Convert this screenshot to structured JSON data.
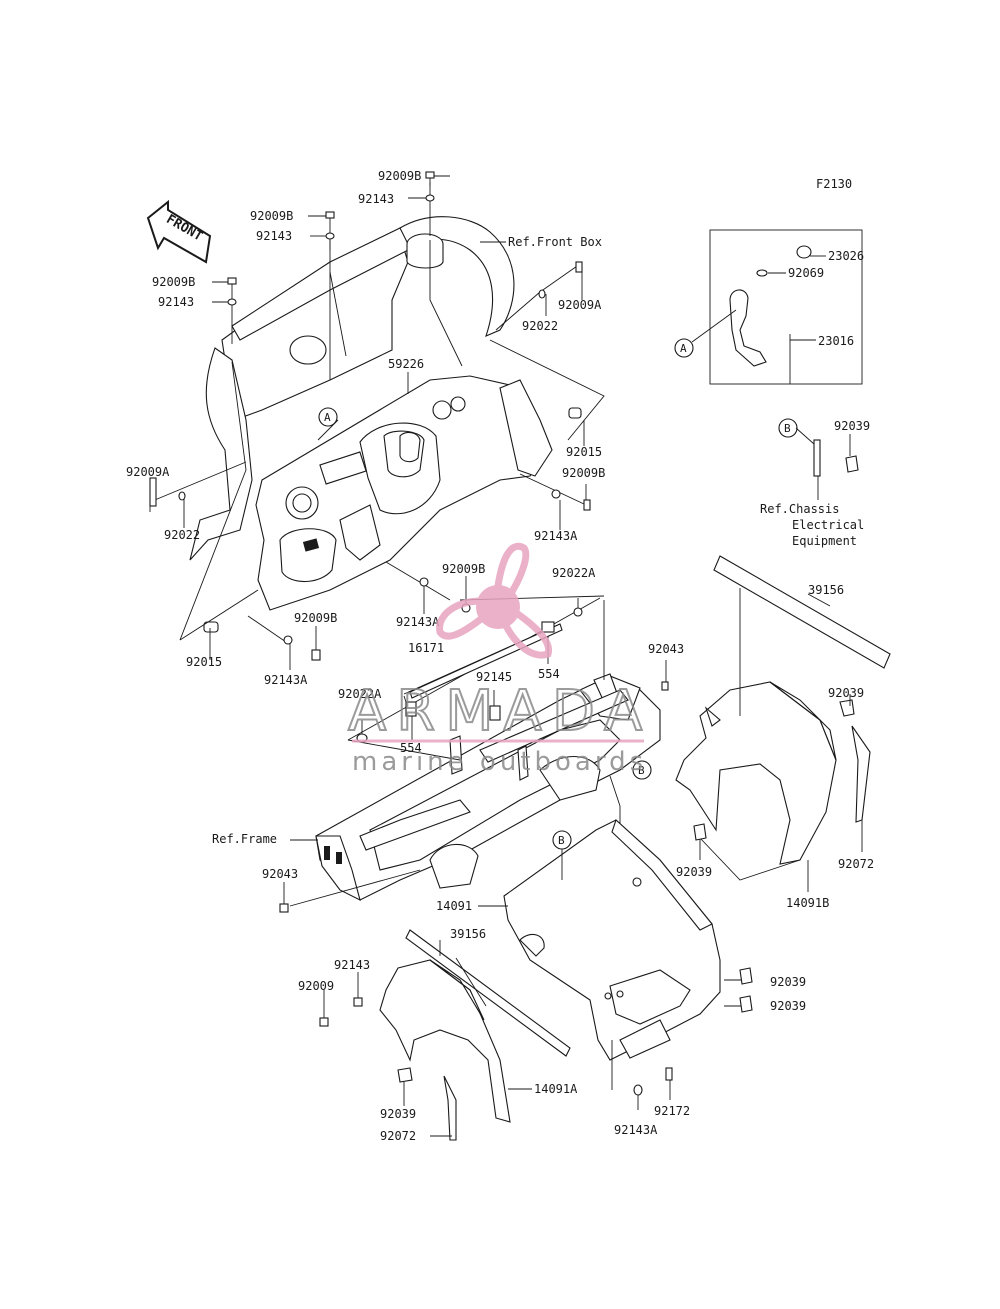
{
  "figure_code": "F2130",
  "front_label": "FRONT",
  "callouts": {
    "A": "A",
    "B": "B"
  },
  "refs": {
    "front_box": "Ref.Front Box",
    "frame": "Ref.Frame",
    "chassis_line1": "Ref.Chassis",
    "chassis_line2": "Electrical",
    "chassis_line3": "Equipment"
  },
  "parts": {
    "p1": "92009B",
    "p2": "92143",
    "p3": "92009B",
    "p4": "92143",
    "p5": "92009B",
    "p6": "92143",
    "p7": "92022",
    "p8": "92009A",
    "p9": "59226",
    "p10": "92015",
    "p11": "92009B",
    "p12": "92143A",
    "p13": "92009A",
    "p14": "92022",
    "p15": "92009B",
    "p16": "92143A",
    "p17": "92022A",
    "p18": "92015",
    "p19": "92009B",
    "p20": "92143A",
    "p21": "16171",
    "p22": "554",
    "p23": "92145",
    "p24": "92043",
    "p25": "92022A",
    "p26": "554",
    "p27": "23026",
    "p28": "92069",
    "p29": "23016",
    "p30": "92039",
    "p31": "39156",
    "p32": "92039",
    "p33": "92072",
    "p34": "14091B",
    "p35": "92039",
    "p36": "92043",
    "p37": "14091",
    "p38": "39156",
    "p39": "92143",
    "p40": "92009",
    "p41": "92039",
    "p42": "92039",
    "p43": "14091A",
    "p44": "92039",
    "p45": "92072",
    "p46": "92172",
    "p47": "92143A"
  },
  "watermark": {
    "brand": "ARMADA",
    "tagline": "marine outboards",
    "color": "#e8a4c0"
  }
}
